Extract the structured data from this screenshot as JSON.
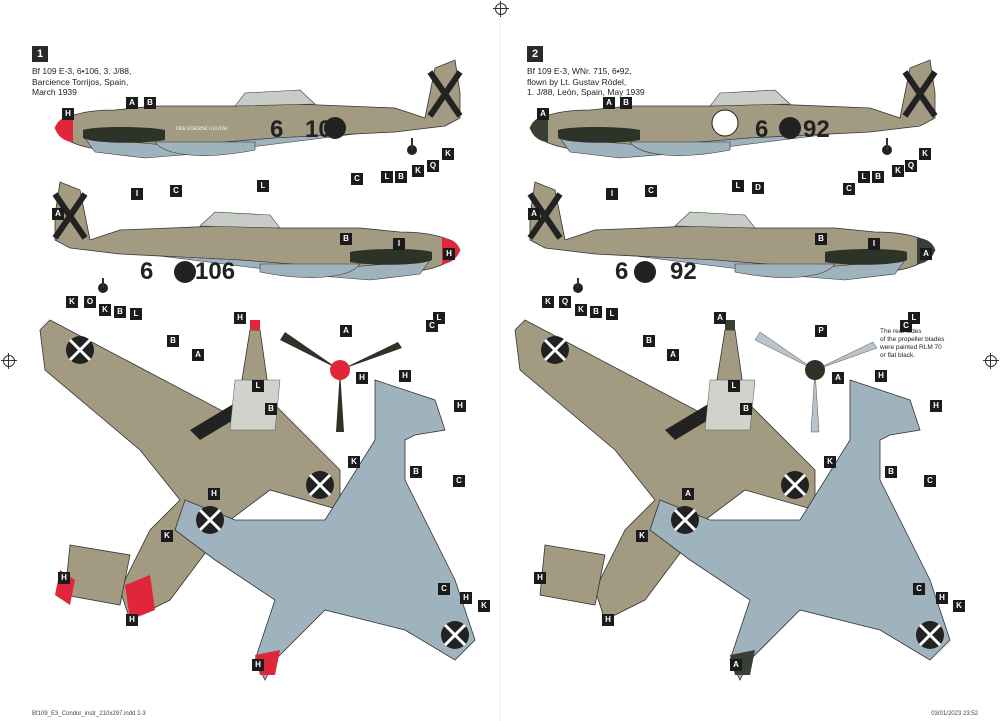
{
  "left_page": {
    "badge": "1",
    "caption": [
      "Bf 109 E-3, 6•106, 3. J/88,",
      "Barcience Torrijos, Spain,",
      "March 1939"
    ],
    "code_left": "6",
    "code_right": "106",
    "nose_name": "DER EISERNE GUSTAV"
  },
  "right_page": {
    "badge": "2",
    "caption": [
      "Bf 109 E-3, WNr. 715, 6•92,",
      "flown by Lt. Gustav Rödel,",
      "1. J/88, León, Spain, May 1939"
    ],
    "code_left": "6",
    "code_right": "92",
    "propeller_note": [
      "The rear sides",
      "of the propeller blades",
      "were painted RLM 70",
      "or flat black."
    ]
  },
  "footer": {
    "left": "Bf109_E3_Condor_instr_210x297.indd   2-3",
    "right": "03/01/2023   23:52"
  },
  "colors": {
    "upper_tan": "#a39a82",
    "lower_blue": "#9fb3bf",
    "black_green": "#2e3328",
    "red_nose": "#e0263a",
    "dark_nose": "#3a3f36"
  },
  "labels": {
    "A": "A",
    "B": "B",
    "C": "C",
    "D": "D",
    "H": "H",
    "I": "I",
    "K": "K",
    "L": "L",
    "O": "O",
    "P": "P",
    "Q": "Q"
  }
}
